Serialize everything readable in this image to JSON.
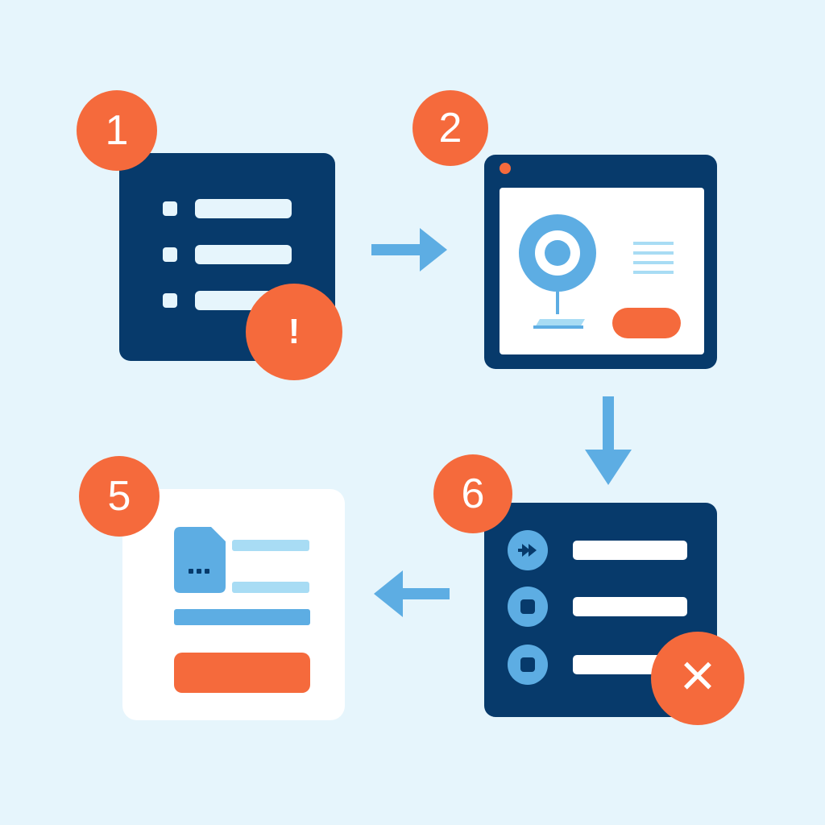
{
  "colors": {
    "background": "#e6f5fc",
    "panel_dark": "#073a6b",
    "panel_light": "#ffffff",
    "accent_orange": "#f56a3c",
    "accent_blue": "#5dade3",
    "light_blue": "#a8dcf4"
  },
  "steps": [
    {
      "label": "1",
      "icon": "list-icon"
    },
    {
      "label": "2",
      "icon": "browser-webcam-icon"
    },
    {
      "label": "6",
      "icon": "list-error-icon"
    },
    {
      "label": "5",
      "icon": "form-card-icon"
    }
  ],
  "alerts": {
    "warning_glyph": "!",
    "error_glyph": "×"
  }
}
